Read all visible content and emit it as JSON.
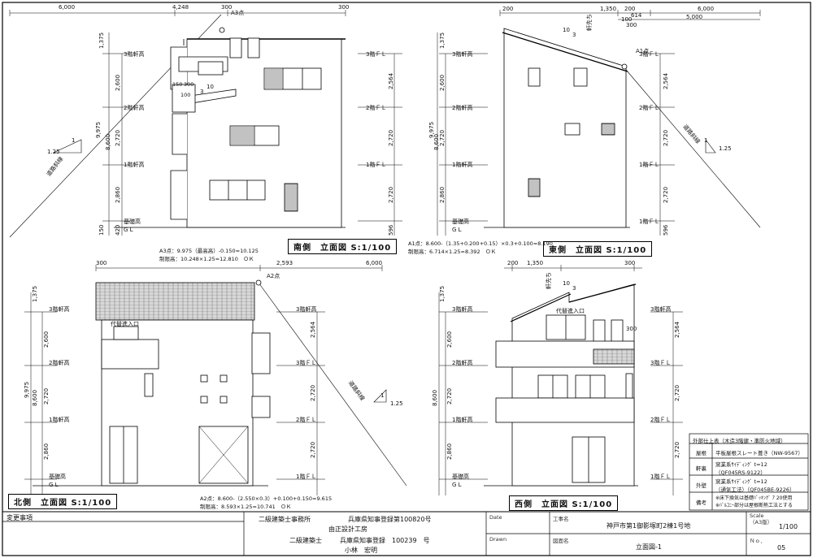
{
  "elevations": {
    "south": {
      "title": "南側　立面図 S:1/100",
      "levels": {
        "f3_eave": "3階軒高",
        "f2_eave": "2階軒高",
        "f1_eave": "1階軒高",
        "base": "基礎高",
        "gl": "G L",
        "f3_fl": "3階ＦＬ",
        "f2_fl": "2階ＦＬ",
        "f1_fl": "1階ＦＬ"
      },
      "dims_left": [
        "1,375",
        "2,600",
        "2,720",
        "2,860",
        "420",
        "150"
      ],
      "dims_total": [
        "9,975",
        "8,600"
      ],
      "dims_right": [
        "2,564",
        "2,720",
        "2,720",
        "596"
      ],
      "top_dims": [
        "6,000",
        "4,248",
        "300",
        "300"
      ],
      "point": "A3点",
      "slope_label": "道路斜線",
      "slope_ratio": [
        "1",
        "1.25"
      ],
      "roof_pitch": [
        "10",
        "3"
      ],
      "inset_dims": [
        "150",
        "300",
        "100"
      ],
      "note1": "A3点：9.975（最高高）-0.150=10.125",
      "note2": "制限高：10.248×1.25=12.810　ＯＫ"
    },
    "east": {
      "title": "東側　立面図 S:1/100",
      "top_dims": [
        "200",
        "1,350",
        "200",
        "100",
        "614",
        "300",
        "6,000",
        "5,000"
      ],
      "point": "A1点",
      "slope_label": "道路斜線",
      "slope_ratio": [
        "1",
        "1.25"
      ],
      "roof_pitch": [
        "10",
        "3"
      ],
      "side_label": "軒先ち",
      "note1": "A1点：8.600-（1.35+0.200+0.15）×0.3+0.100=8.190",
      "note2": "制限高：6.714×1.25=8.392　ＯＫ"
    },
    "north": {
      "title": "北側　立面図 S:1/100",
      "top_dims": [
        "300",
        "2,593",
        "6,000"
      ],
      "point": "A2点",
      "slope_label": "道路斜線",
      "slope_ratio": [
        "1",
        "1.25"
      ],
      "inspection": "代替進入口",
      "note1": "A2点：8.600-（2.550×0.3）+0.100+0.150=9.615",
      "note2": "制限高：8.593×1.25=10.741　ＯＫ"
    },
    "west": {
      "title": "西側　立面図 S:1/100",
      "top_dims": [
        "200",
        "1,350",
        "300"
      ],
      "side_label": "軒先ち",
      "roof_pitch": [
        "10",
        "3"
      ],
      "inspection": "代替進入口",
      "dim_300": "300"
    }
  },
  "spec": {
    "heading": "外部仕上表（木造3階建・準防火地域）",
    "rows": [
      {
        "label": "屋根",
        "value": "平板屋根スレート葺き（NW-9567）"
      },
      {
        "label": "軒裏",
        "value": "窯業系ｻｲﾃﾞｨﾝｸﾞ t=12\n（QF045RS-9122）"
      },
      {
        "label": "外壁",
        "value": "窯業系ｻｲﾃﾞｨﾝｸﾞ t=12\n（通気工法）（QF045BE-9226）"
      },
      {
        "label": "備考",
        "value": "※床下換気は基礎ﾊﾟｯｷﾝｸﾞ ｱ 20使用\n※ﾊﾞﾙｺﾆｰ部分は屋根断熱工法とする"
      }
    ]
  },
  "titleblock": {
    "revisions_label": "変更事項",
    "office_label": "二級建築士事務所",
    "office_reg": "兵庫県知事登録第100820号",
    "office_name": "由正設計工房",
    "architect_label": "二級建築士",
    "architect_reg": "兵庫県知事登録　100239　号",
    "architect_name": "小林　宏明",
    "date_label": "Date",
    "drawn_label": "Drawn",
    "project_label": "工事名",
    "project": "神戸市第1御影塚町2棟1号地",
    "drawing_label": "図面名",
    "drawing": "立面図-1",
    "scale_label": "Scale\n（A3版）",
    "scale": "1/100",
    "no_label": "Ｎｏ．",
    "no": "05"
  }
}
